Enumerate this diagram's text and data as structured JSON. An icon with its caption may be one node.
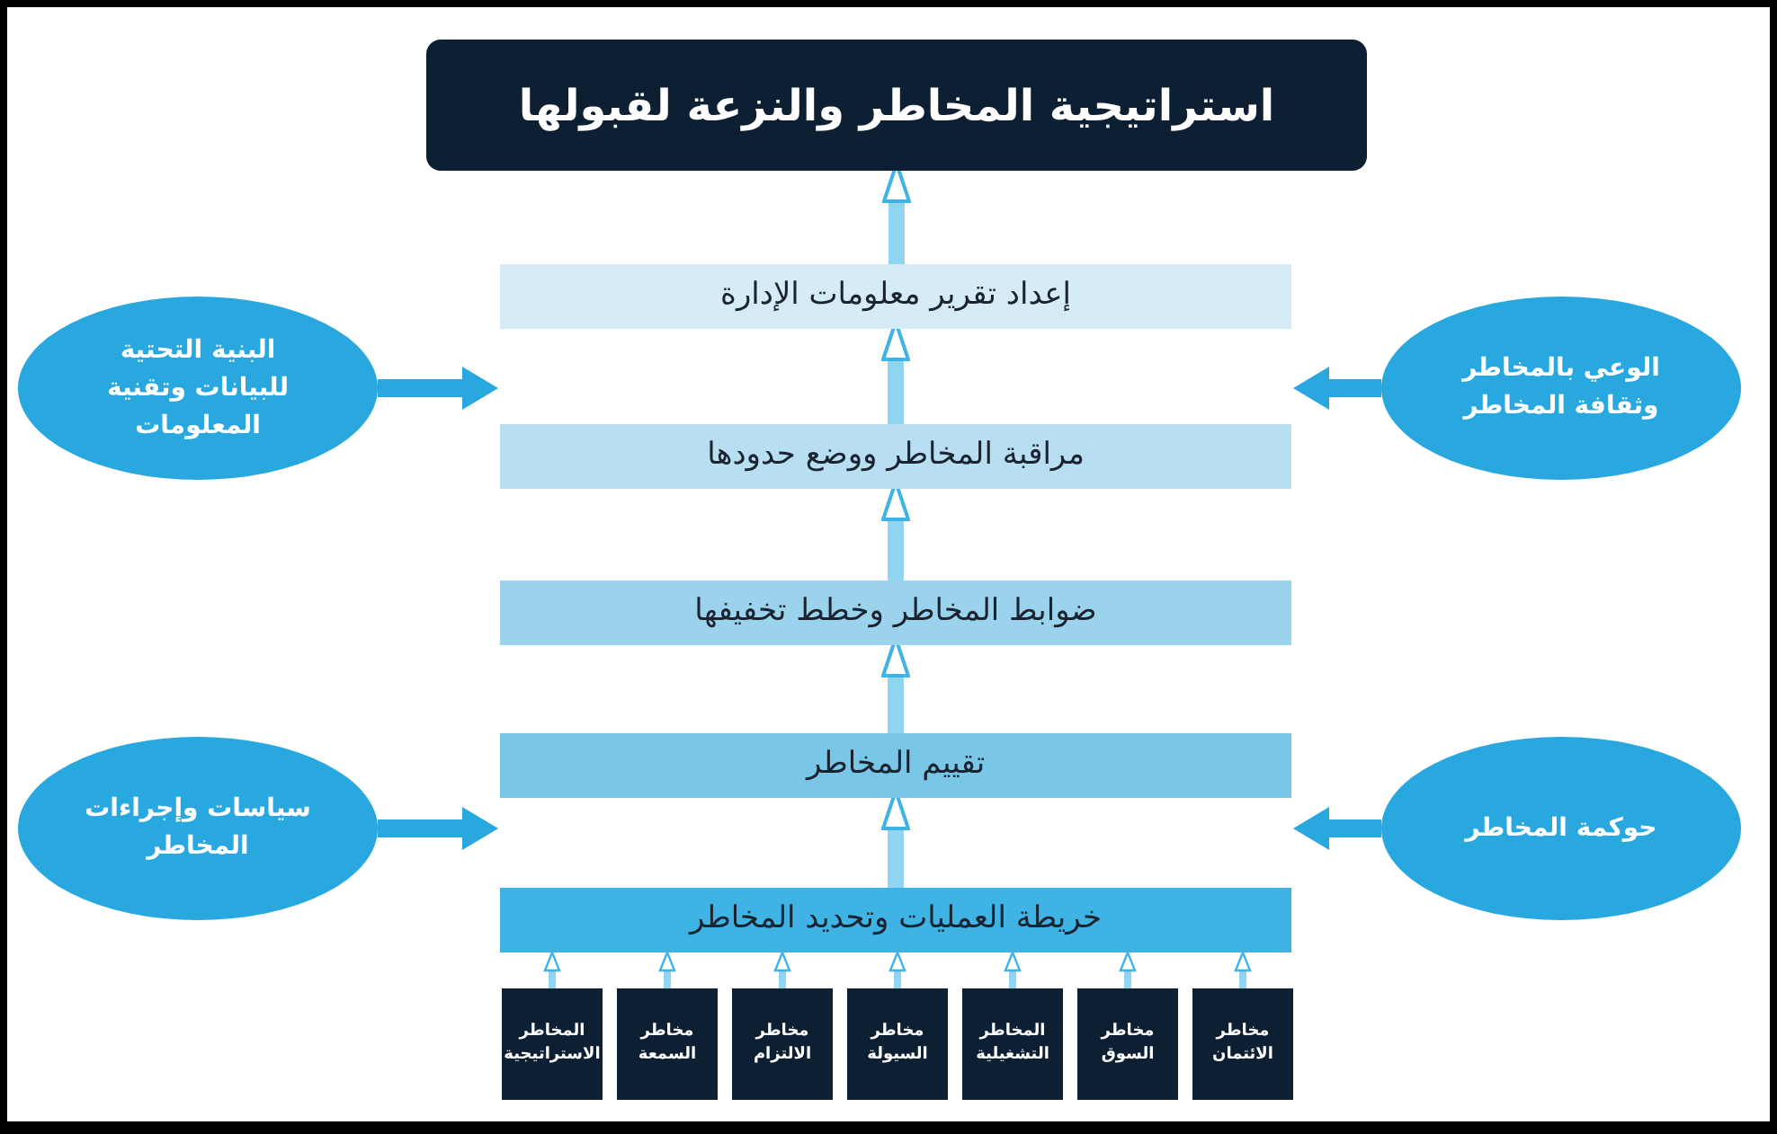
{
  "diagram": {
    "nodes": [
      {
        "text": [
          "استراتيجية المخاطر والنزعة لقبولها"
        ]
      },
      {
        "text": [
          "إعداد تقرير معلومات الإدارة"
        ]
      },
      {
        "text": [
          "الوعي بالمخاطر وثقافة المخاطر"
        ]
      },
      {
        "text": [
          "البنية التحتية للبيانات وتقنية المعلومات"
        ]
      },
      {
        "text": [
          "مراقبة المخاطر ووضع حدودها"
        ]
      },
      {
        "text": [
          "ضوابط المخاطر وخطط تخفيفها"
        ]
      },
      {
        "text": [
          "تقييم المخاطر"
        ]
      },
      {
        "text": [
          "حوكمة المخاطر"
        ]
      },
      {
        "text": [
          "سياسات وإجراءات المخاطر"
        ]
      },
      {
        "text": [
          "خريطة العمليات وتحديد المخاطر"
        ]
      },
      {
        "text": [
          "مخاطر الائتمان"
        ]
      },
      {
        "text": [
          "مخاطر السوق"
        ]
      },
      {
        "text": [
          "المخاطر التشغيلية"
        ]
      },
      {
        "text": [
          "مخاطر السيولة"
        ]
      },
      {
        "text": [
          "مخاطر الالتزام"
        ]
      },
      {
        "text": [
          "مخاطر السمعة"
        ]
      },
      {
        "text": [
          "المخاطر الاستراتيجية"
        ]
      }
    ],
    "edges": [
      {
        "from": 1,
        "to": 0,
        "arrow": "to"
      },
      {
        "from": 4,
        "to": 1,
        "arrow": "to"
      },
      {
        "from": 5,
        "to": 4,
        "arrow": "to"
      },
      {
        "from": 6,
        "to": 5,
        "arrow": "to"
      },
      {
        "from": 9,
        "to": 6,
        "arrow": "to"
      },
      {
        "from": 10,
        "to": 9,
        "arrow": "to"
      },
      {
        "from": 11,
        "to": 9,
        "arrow": "to"
      },
      {
        "from": 12,
        "to": 9,
        "arrow": "to"
      },
      {
        "from": 13,
        "to": 9,
        "arrow": "to"
      },
      {
        "from": 14,
        "to": 9,
        "arrow": "to"
      },
      {
        "from": 15,
        "to": 9,
        "arrow": "to"
      },
      {
        "from": 16,
        "to": 9,
        "arrow": "to"
      },
      {
        "from": 2,
        "to": 1,
        "arrow": "to",
        "color": "#29a8e0"
      },
      {
        "from": 3,
        "to": 1,
        "arrow": "to",
        "color": "#29a8e0"
      },
      {
        "from": 7,
        "to": 6,
        "arrow": "to",
        "color": "#29a8e0"
      },
      {
        "from": 8,
        "to": 6,
        "arrow": "to",
        "color": "#29a8e0"
      }
    ]
  }
}
